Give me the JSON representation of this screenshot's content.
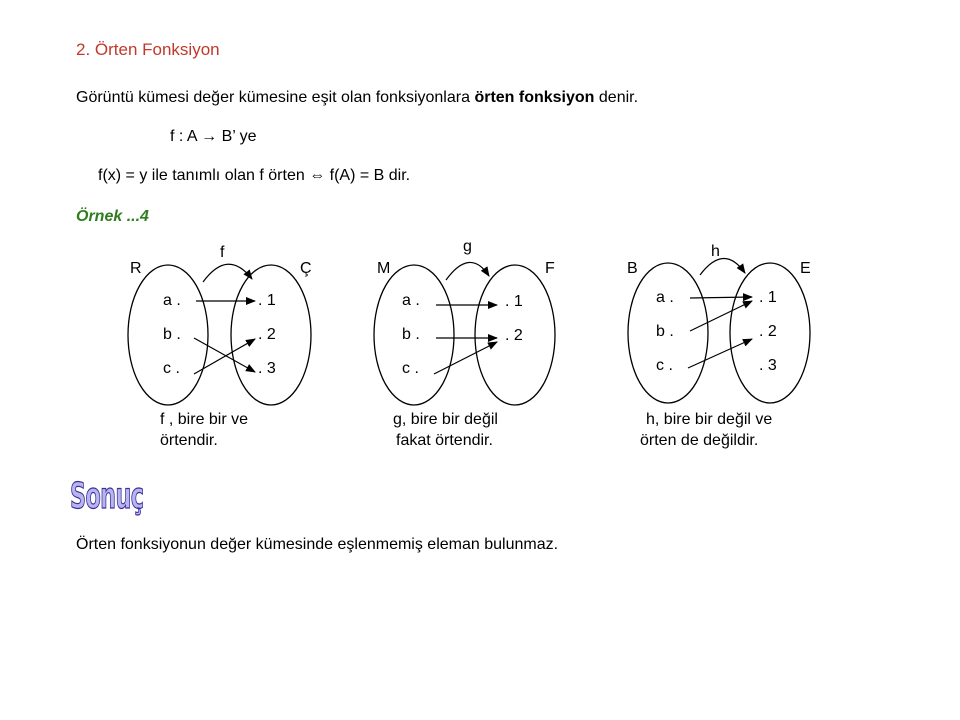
{
  "section_title": "2. Örten Fonksiyon",
  "definition": {
    "prefix": "Görüntü kümesi değer kümesine eşit olan fonksiyonlara ",
    "bold": "örten fonksiyon",
    "suffix": " denir."
  },
  "formula_line": "f : A → B’ ye",
  "condition_line": "f(x) = y ile tanımlı olan f örten ⇔ f(A) = B dir.",
  "example_label": "Örnek ...4",
  "diagrams": [
    {
      "func": "f",
      "domain_set": "R",
      "codomain_set": "Ç",
      "domain": [
        "a .",
        "b .",
        "c ."
      ],
      "codomain": [
        ". 1",
        ". 2",
        ". 3"
      ],
      "caption": [
        "f , bire bir ve",
        "örtendir."
      ]
    },
    {
      "func": "g",
      "domain_set": "M",
      "codomain_set": "F",
      "domain": [
        "a .",
        "b .",
        "c ."
      ],
      "codomain": [
        ". 1",
        ". 2"
      ],
      "caption": [
        "g, bire bir değil",
        "fakat örtendir."
      ]
    },
    {
      "func": "h",
      "domain_set": "B",
      "codomain_set": "E",
      "domain": [
        "a .",
        "b .",
        "c ."
      ],
      "codomain": [
        ". 1",
        ". 2",
        ". 3"
      ],
      "caption": [
        "h, bire bir değil ve",
        "örten de değildir."
      ]
    }
  ],
  "conclusion_heading": "Sonuç",
  "conclusion_text": "Örten fonksiyonun değer kümesinde eşlenmemiş eleman bulunmaz."
}
